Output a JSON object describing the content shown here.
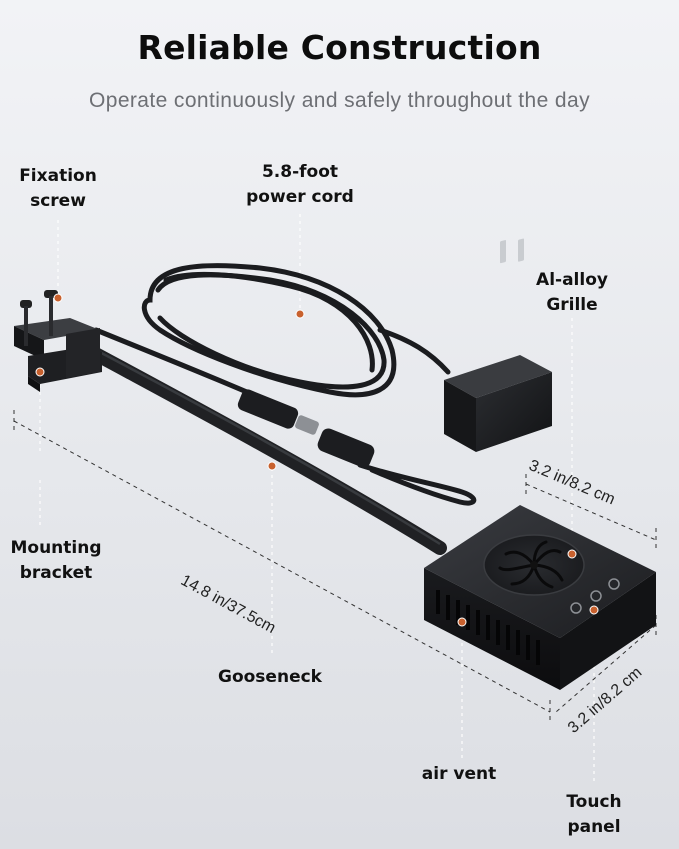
{
  "header": {
    "title": "Reliable Construction",
    "subtitle": "Operate continuously and safely throughout the day"
  },
  "callouts": {
    "fixation_screw": "Fixation\nscrew",
    "power_cord": "5.8-foot\npower cord",
    "grille": "Al-alloy\nGrille",
    "mounting_bracket": "Mounting\nbracket",
    "gooseneck": "Gooseneck",
    "air_vent": "air vent",
    "touch_panel": "Touch\npanel"
  },
  "dimensions": {
    "length": "14.8 in/37.5cm",
    "width": "3.2 in/8.2 cm",
    "depth": "3.2 in/8.2 cm"
  },
  "colors": {
    "marker": "#c8612e",
    "product": "#1b1c1f"
  }
}
